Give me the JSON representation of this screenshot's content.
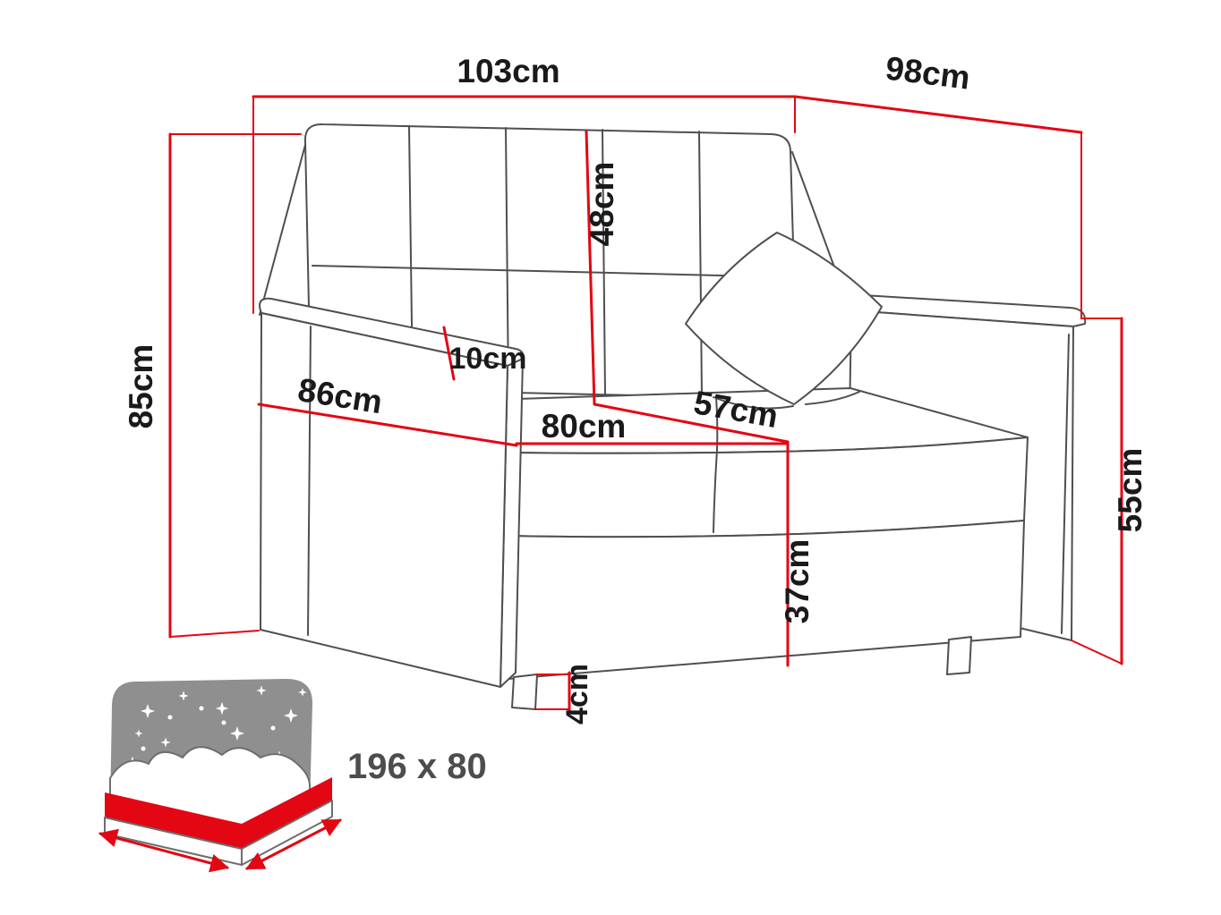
{
  "diagram": {
    "unit": "cm",
    "dims": {
      "total_width": "103cm",
      "total_depth": "98cm",
      "backrest_height": "48cm",
      "total_height": "85cm",
      "side_depth": "86cm",
      "armrest_width": "10cm",
      "seat_width": "80cm",
      "seat_depth": "57cm",
      "seat_height": "37cm",
      "leg_height": "4cm"
    },
    "sleeping_area": "196 x 80",
    "colors": {
      "dimension_line": "#e30613",
      "sketch_line": "#4f4f4f",
      "label_text": "#1a1a1a",
      "icon_background": "#8f8f8f",
      "icon_accent": "#e30613",
      "sleeping_label_text": "#4d4d4d"
    }
  }
}
